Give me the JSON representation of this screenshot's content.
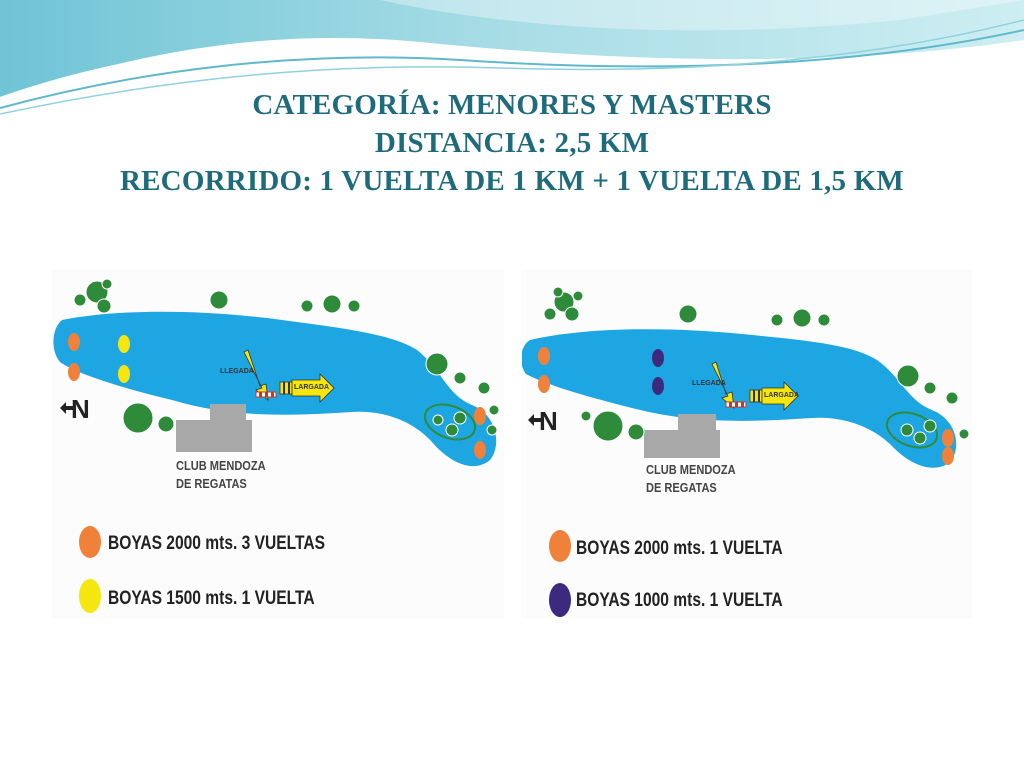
{
  "title": {
    "line1": "CATEGORÍA: MENORES Y MASTERS",
    "line2": "DISTANCIA: 2,5 KM",
    "line3": "RECORRIDO: 1 VUELTA DE 1 KM + 1 VUELTA DE 1,5 KM"
  },
  "maps": [
    {
      "north_label": "N",
      "club_line1": "CLUB MENDOZA",
      "club_line2": "DE REGATAS",
      "llegada_label": "LLEGADA",
      "largada_label": "LARGADA",
      "legend": [
        {
          "color": "#f0813a",
          "text": "BOYAS 2000 mts. 3 VUELTAS"
        },
        {
          "color": "#f5e60f",
          "text": "BOYAS 1500 mts. 1 VUELTA"
        }
      ]
    },
    {
      "north_label": "N",
      "club_line1": "CLUB MENDOZA",
      "club_line2": "DE REGATAS",
      "llegada_label": "LLEGADA",
      "largada_label": "LARGADA",
      "legend": [
        {
          "color": "#f0813a",
          "text": "BOYAS 2000 mts. 1 VUELTA"
        },
        {
          "color": "#3d2a7e",
          "text": "BOYAS 1000 mts. 1 VUELTA"
        }
      ]
    }
  ],
  "colors": {
    "water": "#1ea6e3",
    "title": "#1e6b7c",
    "tree": "#2e8b3a",
    "building": "#a8a8a8"
  }
}
